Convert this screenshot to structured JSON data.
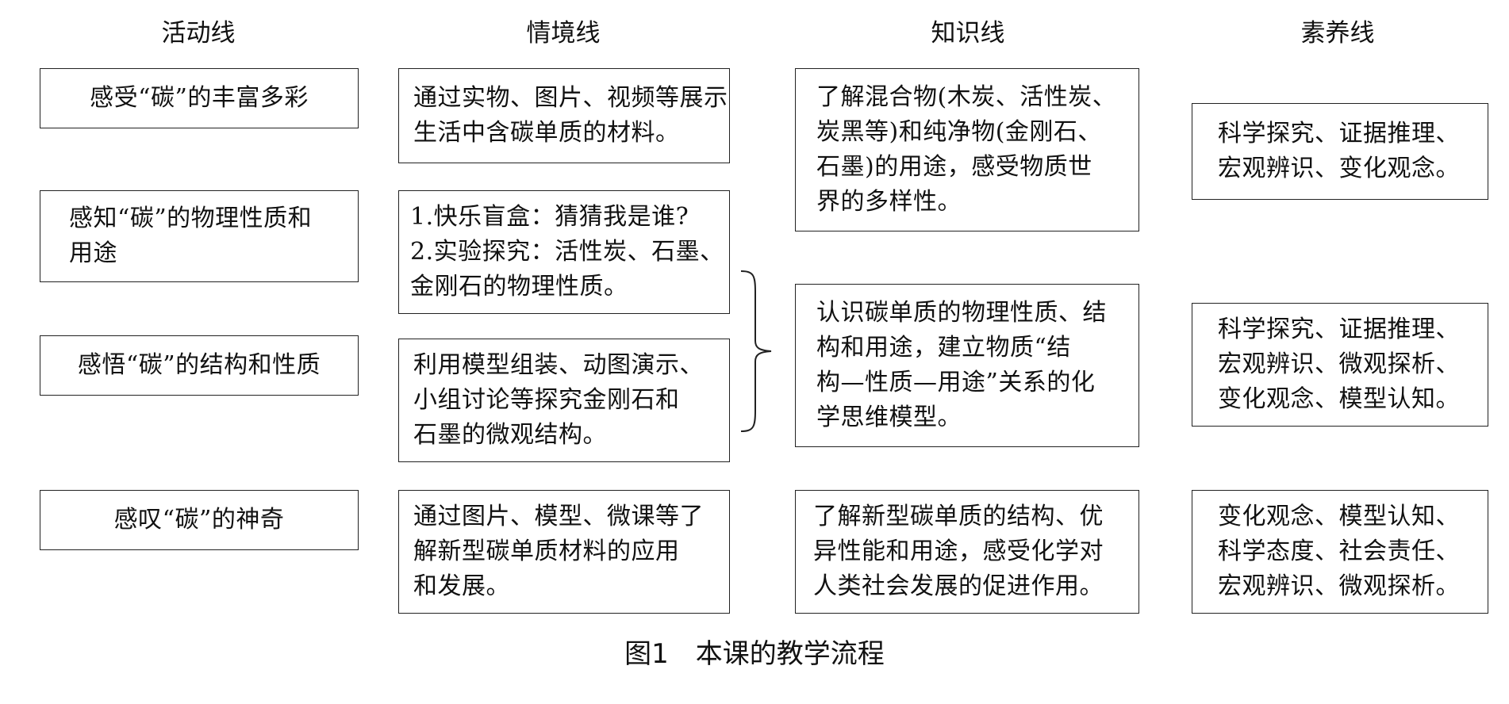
{
  "columns": {
    "activity": "活动线",
    "context": "情境线",
    "knowledge": "知识线",
    "literacy": "素养线"
  },
  "activity_boxes": [
    "感受“碳”的丰富多彩",
    "感知“碳”的物理性质和\n用途",
    "感悟“碳”的结构和性质",
    "感叹“碳”的神奇"
  ],
  "context_boxes": [
    "通过实物、图片、视频等展示\n生活中含碳单质的材料。",
    "1.快乐盲盒：猜猜我是谁?\n2.实验探究：活性炭、石墨、\n金刚石的物理性质。",
    "利用模型组装、动图演示、\n小组讨论等探究金刚石和\n石墨的微观结构。",
    "通过图片、模型、微课等了\n解新型碳单质材料的应用\n和发展。"
  ],
  "knowledge_boxes": [
    "了解混合物(木炭、活性炭、\n炭黑等)和纯净物(金刚石、\n石墨)的用途，感受物质世\n界的多样性。",
    "认识碳单质的物理性质、结\n构和用途，建立物质“结\n构—性质—用途”关系的化\n学思维模型。",
    "了解新型碳单质的结构、优\n异性能和用途，感受化学对\n人类社会发展的促进作用。"
  ],
  "literacy_boxes": [
    "科学探究、证据推理、\n宏观辨识、变化观念。",
    "科学探究、证据推理、\n宏观辨识、微观探析、\n变化观念、模型认知。",
    "变化观念、模型认知、\n科学态度、社会责任、\n宏观辨识、微观探析。"
  ],
  "caption": "图1　本课的教学流程"
}
